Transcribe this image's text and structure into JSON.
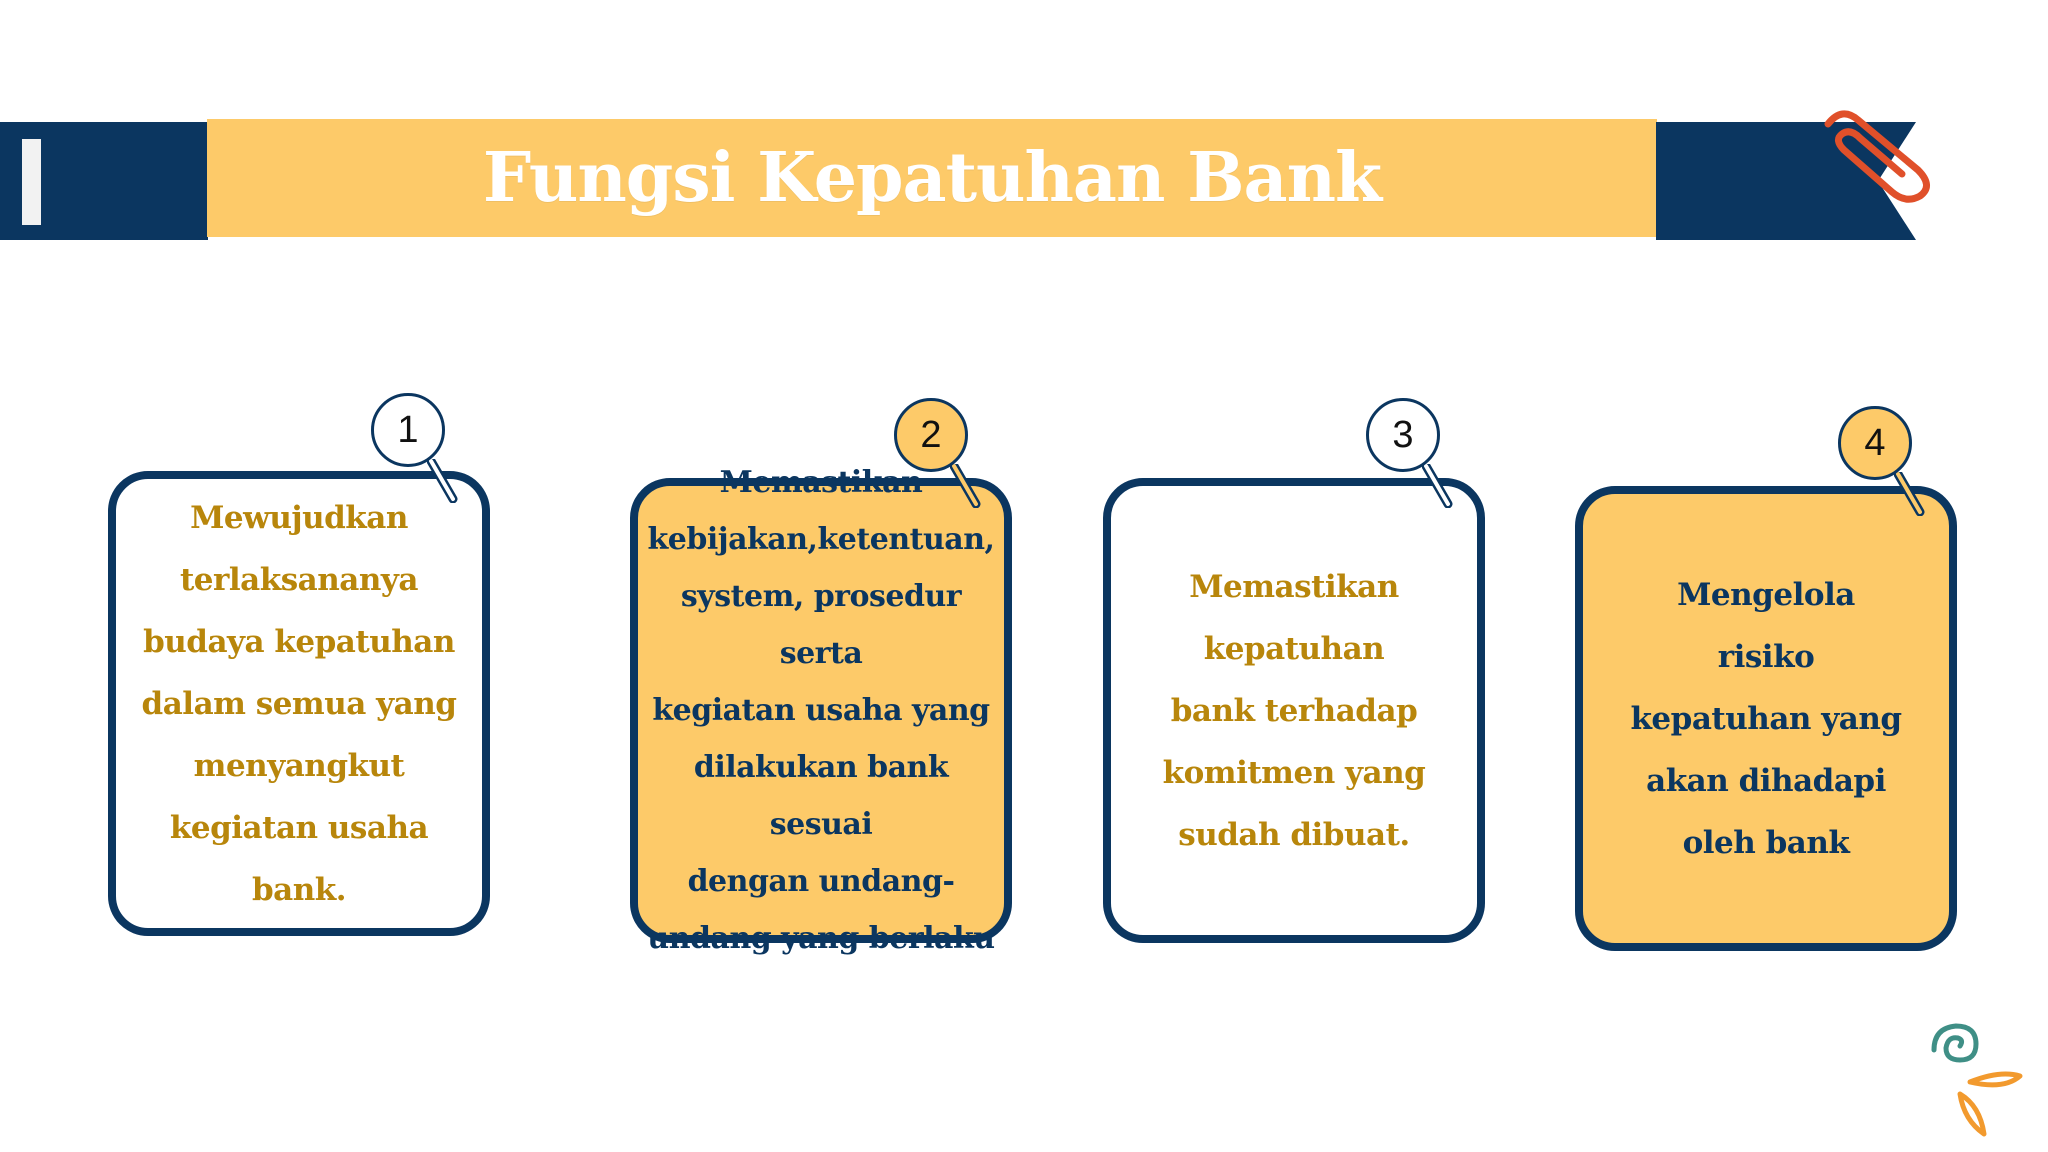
{
  "title": "Fungsi Kepatuhan Bank",
  "colors": {
    "navy": "#0b3660",
    "yellow": "#fdca69",
    "gold_text": "#b8860b",
    "accent_red": "#e0502a",
    "accent_teal": "#3f8f86",
    "accent_orange": "#f29a2e"
  },
  "cards": [
    {
      "number": "1",
      "text": "Mewujudkan\nterlaksananya\nbudaya kepatuhan\ndalam semua yang\nmenyangkut\nkegiatan usaha\nbank."
    },
    {
      "number": "2",
      "text": "Memastikan\nkebijakan,ketentuan,\nsystem, prosedur serta\nkegiatan usaha yang\ndilakukan bank sesuai\ndengan undang-\nundang yang berlaku"
    },
    {
      "number": "3",
      "text": "Memastikan\nkepatuhan\nbank terhadap\nkomitmen yang\nsudah dibuat."
    },
    {
      "number": "4",
      "text": "Mengelola\nrisiko\nkepatuhan yang\nakan dihadapi\noleh bank"
    }
  ],
  "icons": {
    "paperclip": "paperclip-icon",
    "doodle": "swirl-doodle-icon",
    "marker_handle": "magnifier-handle-icon"
  }
}
